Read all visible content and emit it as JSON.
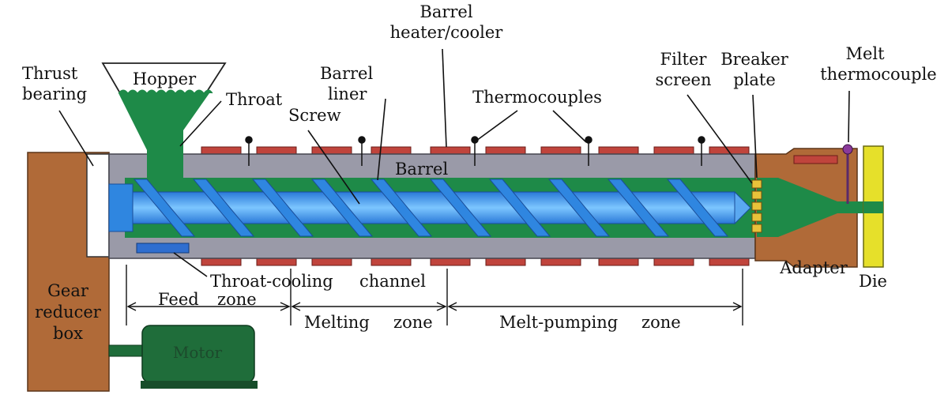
{
  "labels": {
    "barrel_heater_line1": "Barrel",
    "barrel_heater_line2": "heater/cooler",
    "thrust_line1": "Thrust",
    "thrust_line2": "bearing",
    "hopper": "Hopper",
    "throat": "Throat",
    "barrel_liner_line1": "Barrel",
    "barrel_liner_line2": "liner",
    "screw": "Screw",
    "thermocouples": "Thermocouples",
    "filter_line1": "Filter",
    "filter_line2": "screen",
    "breaker_line1": "Breaker",
    "breaker_line2": "plate",
    "melt_tc_line1": "Melt",
    "melt_tc_line2": "thermocouple",
    "barrel": "Barrel",
    "adapter": "Adapter",
    "die": "Die",
    "throat_cooling": "Throat-cooling",
    "channel": "channel",
    "gear_line1": "Gear",
    "gear_line2": "reducer",
    "gear_line3": "box",
    "motor": "Motor"
  },
  "zones": {
    "feed": "Feed",
    "feed_zone": "zone",
    "melting": "Melting",
    "melting_zone": "zone",
    "pumping": "Melt-pumping",
    "pumping_zone": "zone"
  },
  "colors": {
    "barrel": "#9a9aa8",
    "gearbox": "#b06a38",
    "heater": "#c0443c",
    "polymer": "#1e8a48",
    "screw": "#2f86e0",
    "die": "#e6e02a",
    "motor": "#1f6d3a",
    "breaker": "#e8c23a"
  }
}
